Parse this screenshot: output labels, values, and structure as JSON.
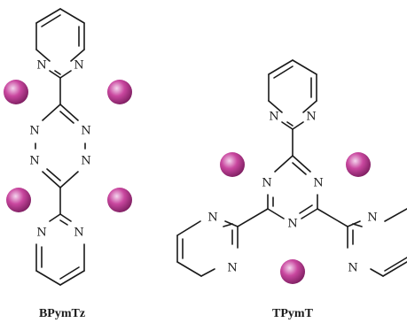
{
  "molecules": [
    {
      "name": "BPymTz",
      "atoms": {
        "nitrogen": "N"
      }
    },
    {
      "name": "TPymT",
      "atoms": {
        "nitrogen": "N"
      }
    }
  ],
  "colors": {
    "bond": "#1a1a1a",
    "sphere_light": "#f4d6ee",
    "sphere_mid": "#c9479f",
    "sphere_dark": "#7a1d5e"
  }
}
